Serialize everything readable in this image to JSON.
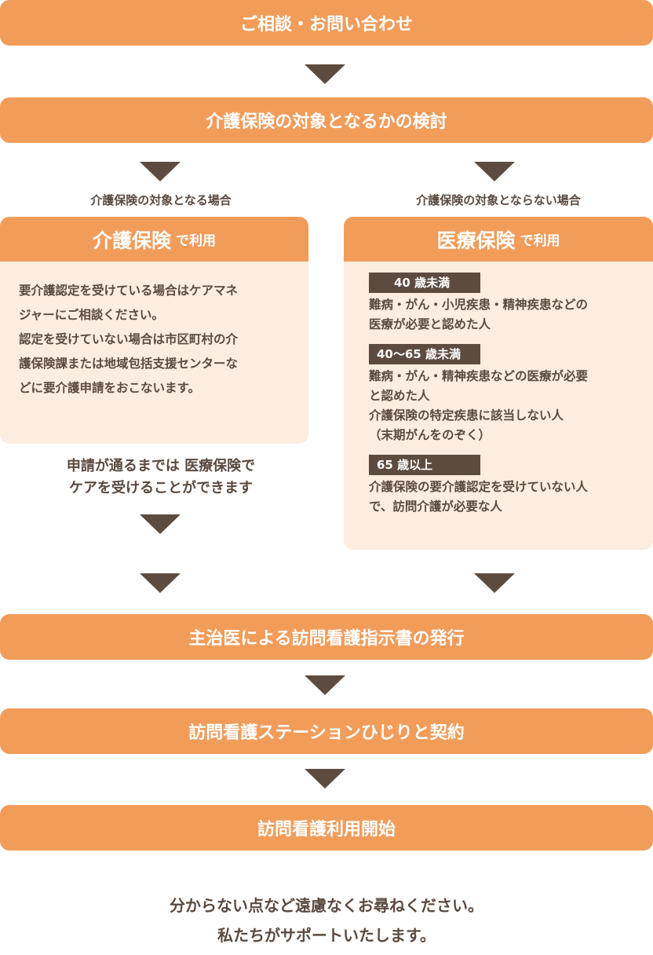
{
  "steps": [
    "ご相談・お問い合わせ",
    "介護保険の対象となるかの検討",
    "主治医による訪問看護指示書の発行",
    "訪問看護ステーションひじりと契約",
    "訪問看護利用開始"
  ],
  "left": {
    "condition": "介護保険の対象となる場合",
    "title": "介護保険",
    "title_suffix": "で利用",
    "body": [
      "要介護認定を受けている場合はケアマネ",
      "ジャーにご相談ください。",
      "認定を受けていない場合は市区町村の介",
      "護保険課または地域包括支援センターな",
      "どに要介護申請をおこないます。"
    ],
    "note": [
      "申請が通るまでは 医療保険で",
      "ケアを受けることができます"
    ]
  },
  "right": {
    "condition": "介護保険の対象とならない場合",
    "title": "医療保険",
    "title_suffix": "で利用",
    "groups": [
      {
        "tag": "40 歳未満",
        "lines": [
          "難病・がん・小児疾患・精神疾患などの",
          "医療が必要と認めた人"
        ]
      },
      {
        "tag": "40〜65 歳未満",
        "lines": [
          "難病・がん・精神疾患などの医療が必要",
          "と認めた人",
          "介護保険の特定疾患に該当しない人",
          "（末期がんをのぞく）"
        ]
      },
      {
        "tag": "65 歳以上",
        "lines": [
          "介護保険の要介護認定を受けていない人",
          "で、訪問介護が必要な人"
        ]
      }
    ]
  },
  "footer": [
    "分からない点など遠慮なくお尋ねください。",
    "私たちがサポートいたします。"
  ],
  "colors": {
    "orange": "#f29c5a",
    "light": "#fdece0",
    "brown": "#5e4b3f"
  }
}
